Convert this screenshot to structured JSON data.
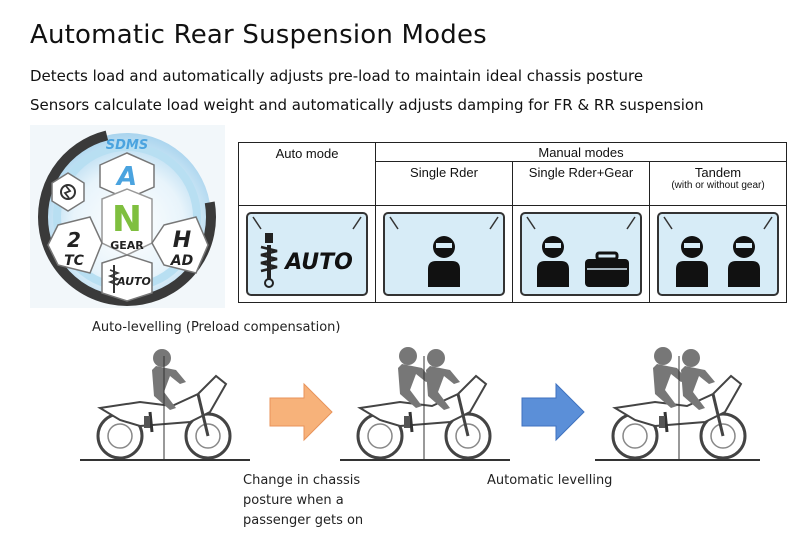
{
  "title": "Automatic Rear Suspension Modes",
  "subtitle_1": "Detects load and automatically adjusts pre-load to maintain ideal chassis posture",
  "subtitle_2": "Sensors calculate load weight and automatically adjusts damping for FR & RR suspension",
  "dial": {
    "top_label": "SDMS",
    "top_letter": "A",
    "center_letter": "N",
    "center_label": "GEAR",
    "left_number": "2",
    "left_label": "TC",
    "right_letter": "H",
    "right_label": "AD",
    "bottom_label": "AUTO",
    "colors": {
      "letters": "#4aa3df",
      "gear": "#7fbf3f",
      "ring_dark": "#3a3a3a"
    }
  },
  "table": {
    "auto_header": "Auto mode",
    "manual_header": "Manual modes",
    "col_single": "Single Rder",
    "col_single_gear": "Single Rder+Gear",
    "col_tandem": "Tandem",
    "col_tandem_note": "(with or without gear)",
    "auto_panel_text": "AUTO"
  },
  "captions": {
    "auto_levelling": "Auto-levelling (Preload compensation)",
    "change_line1": "Change in chassis",
    "change_line2": "posture when a",
    "change_line3": "passenger gets on",
    "automatic_levelling": "Automatic levelling"
  },
  "arrow_colors": {
    "first": "#f7b27a",
    "second": "#5b8fd8"
  }
}
